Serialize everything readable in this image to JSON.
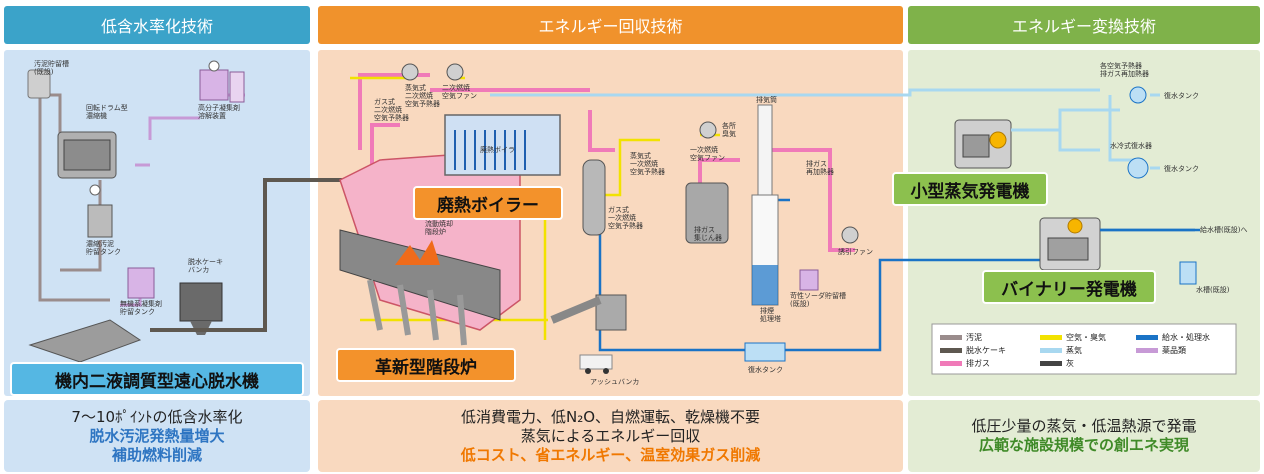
{
  "headers": {
    "left": "低含水率化技術",
    "middle": "エネルギー回収技術",
    "right": "エネルギー変換技術"
  },
  "tags": {
    "centrifuge": "機内二液調質型遠心脱水機",
    "boiler": "廃熱ボイラー",
    "furnace": "革新型階段炉",
    "steam_gen": "小型蒸気発電機",
    "binary_gen": "バイナリー発電機"
  },
  "footers": {
    "left": {
      "line1": "7～10ﾎﾟｲﾝﾄの低含水率化",
      "line2": "脱水汚泥発熱量増大",
      "line3": "補助燃料削減"
    },
    "middle": {
      "line1": "低消費電力、低N₂O、自燃運転、乾燥機不要",
      "line2": "蒸気によるエネルギー回収",
      "line3": "低コスト、省エネルギー、温室効果ガス削減"
    },
    "right": {
      "line1": "低圧少量の蒸気・低温熱源で発電",
      "line2": "広範な施設規模での創エネ実現"
    }
  },
  "labels": {
    "sludge_tank": "汚泥貯留槽\n(既設)",
    "drum": "回転ドラム型\n濃縮機",
    "polymer": "高分子凝集剤\n溶解装置",
    "thick_tank": "濃縮汚泥\n貯留タンク",
    "inorganic": "無機系凝集剤\n貯留タンク",
    "cake_bunker": "脱水ケーキ\nバンカ",
    "gas_preheater": "ガス式\n二次燃焼\n空気予熱器",
    "steam_pre2": "蒸気式\n二次燃焼\n空気予熱器",
    "fan2": "二次燃焼\n空気ファン",
    "boiler_in": "廃熱ボイラ",
    "deodor": "各所\n臭気",
    "steam_pre1": "蒸気式\n一次燃焼\n空気予熱器",
    "fan1": "一次燃焼\n空気ファン",
    "gas_pre1": "ガス式\n一次燃焼\n空気予熱器",
    "chimney": "排気筒",
    "reheater": "排ガス\n再加熱器",
    "dust": "排ガス\n集じん器",
    "scrubber": "排煙\n処理塔",
    "fan_ind": "誘引ファン",
    "soda": "苛性ソーダ貯留槽\n(既設)",
    "furnace_in": "流動焼却\n階段炉",
    "ash": "アッシュバンカ",
    "cond_tank": "復水タンク",
    "air_pre_r": "各空気予熱器\n排ガス再加熱器",
    "cond1": "復水タンク",
    "water_cond": "水冷式復水器",
    "cond2": "復水タンク",
    "feedwater": "給水槽(既設)へ",
    "water_tank": "水槽(既設)"
  },
  "legend": [
    {
      "label": "汚泥",
      "color": "#9a8c8c"
    },
    {
      "label": "空気・臭気",
      "color": "#f2e200"
    },
    {
      "label": "給水・処理水",
      "color": "#1a73c6"
    },
    {
      "label": "脱水ケーキ",
      "color": "#5e5850"
    },
    {
      "label": "蒸気",
      "color": "#a8d8f0"
    },
    {
      "label": "薬品類",
      "color": "#c79ad6"
    },
    {
      "label": "排ガス",
      "color": "#f07ab8"
    },
    {
      "label": "灰",
      "color": "#444444"
    }
  ],
  "colors": {
    "header_left": "#3ba3c9",
    "header_middle": "#f0922c",
    "header_right": "#7fb24a",
    "panel_left": "#cfe2f4",
    "panel_middle": "#f9d9bf",
    "panel_right": "#e3ecd4",
    "foot_accent_left": "#2e75c2",
    "foot_accent_middle": "#f07800",
    "foot_accent_right": "#3f8a28"
  }
}
